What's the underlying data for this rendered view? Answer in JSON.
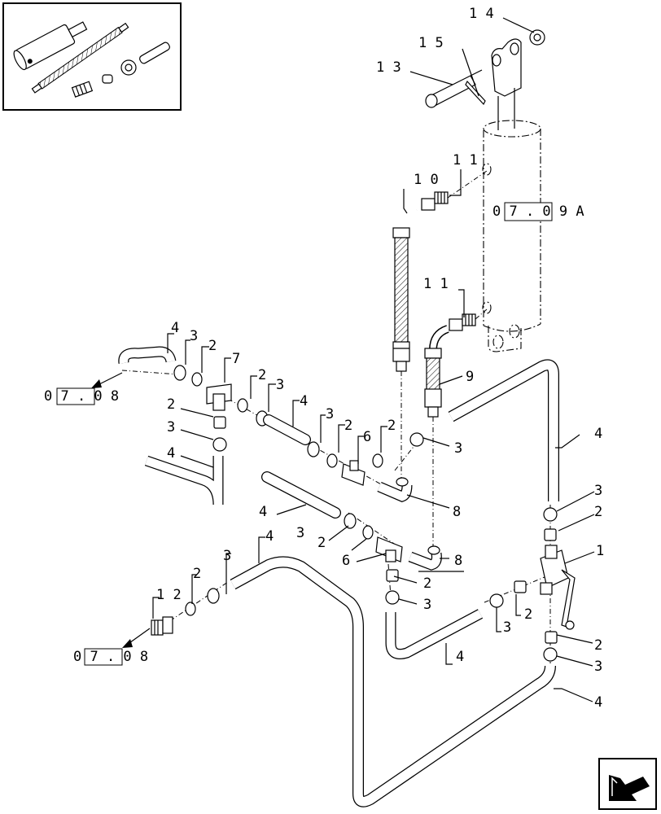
{
  "diagram": {
    "callouts": {
      "c1": "1",
      "c2": "2",
      "c3": "3",
      "c4": "4",
      "c6": "6",
      "c7": "7",
      "c8": "8",
      "c9": "9",
      "c10": "1 0",
      "c11": "1 1",
      "c12": "1 2",
      "c13": "1 3",
      "c14": "1 4",
      "c15": "1 5"
    },
    "references": {
      "ref_0708": "0 7 . 0 8",
      "ref_0709a": "0 7 . 0 9 A"
    }
  }
}
